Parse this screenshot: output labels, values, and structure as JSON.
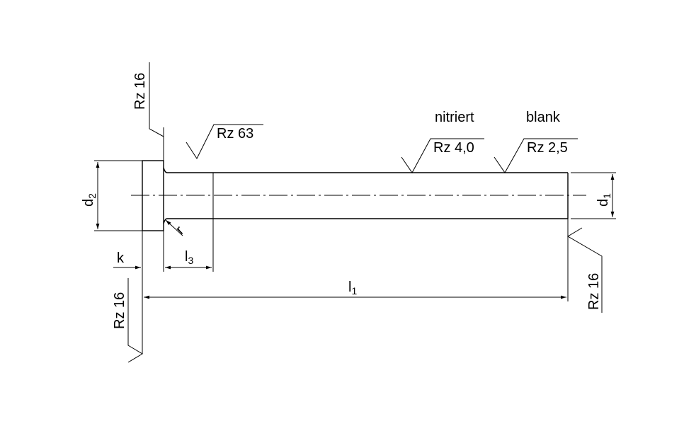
{
  "labels": {
    "d2": {
      "main": "d",
      "sub": "2"
    },
    "d1": {
      "main": "d",
      "sub": "1"
    },
    "k": "k",
    "l3": {
      "main": "l",
      "sub": "3"
    },
    "l1": {
      "main": "l",
      "sub": "1"
    },
    "r": "r",
    "nitriert": "nitriert",
    "blank": "blank"
  },
  "roughness": {
    "head_top": "Rz  16",
    "shoulder": "Rz  63",
    "nitriert_surface": "Rz  4,0",
    "blank_surface": "Rz  2,5",
    "head_bottom": "Rz  16",
    "end_face": "Rz  16"
  }
}
